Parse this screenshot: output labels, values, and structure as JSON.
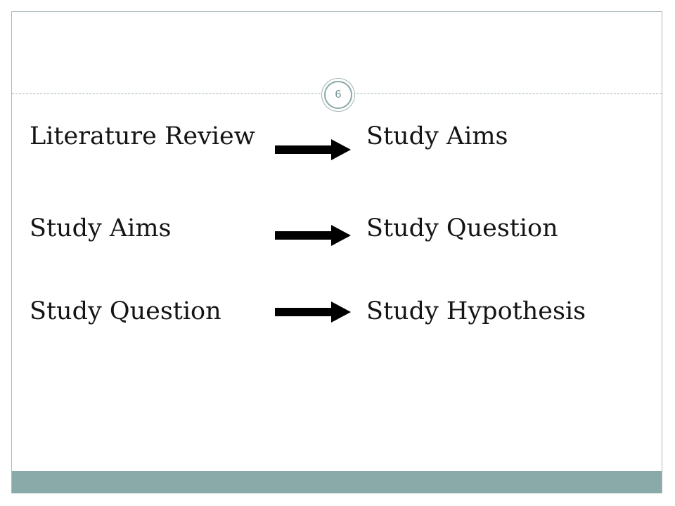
{
  "slide": {
    "page_number": "6",
    "accent_color": "#8aa9a9",
    "rows": [
      {
        "source": "Literature Review",
        "target": "Study Aims"
      },
      {
        "source": "Study Aims",
        "target": "Study Question"
      },
      {
        "source": "Study Question",
        "target": "Study Hypothesis"
      }
    ]
  }
}
